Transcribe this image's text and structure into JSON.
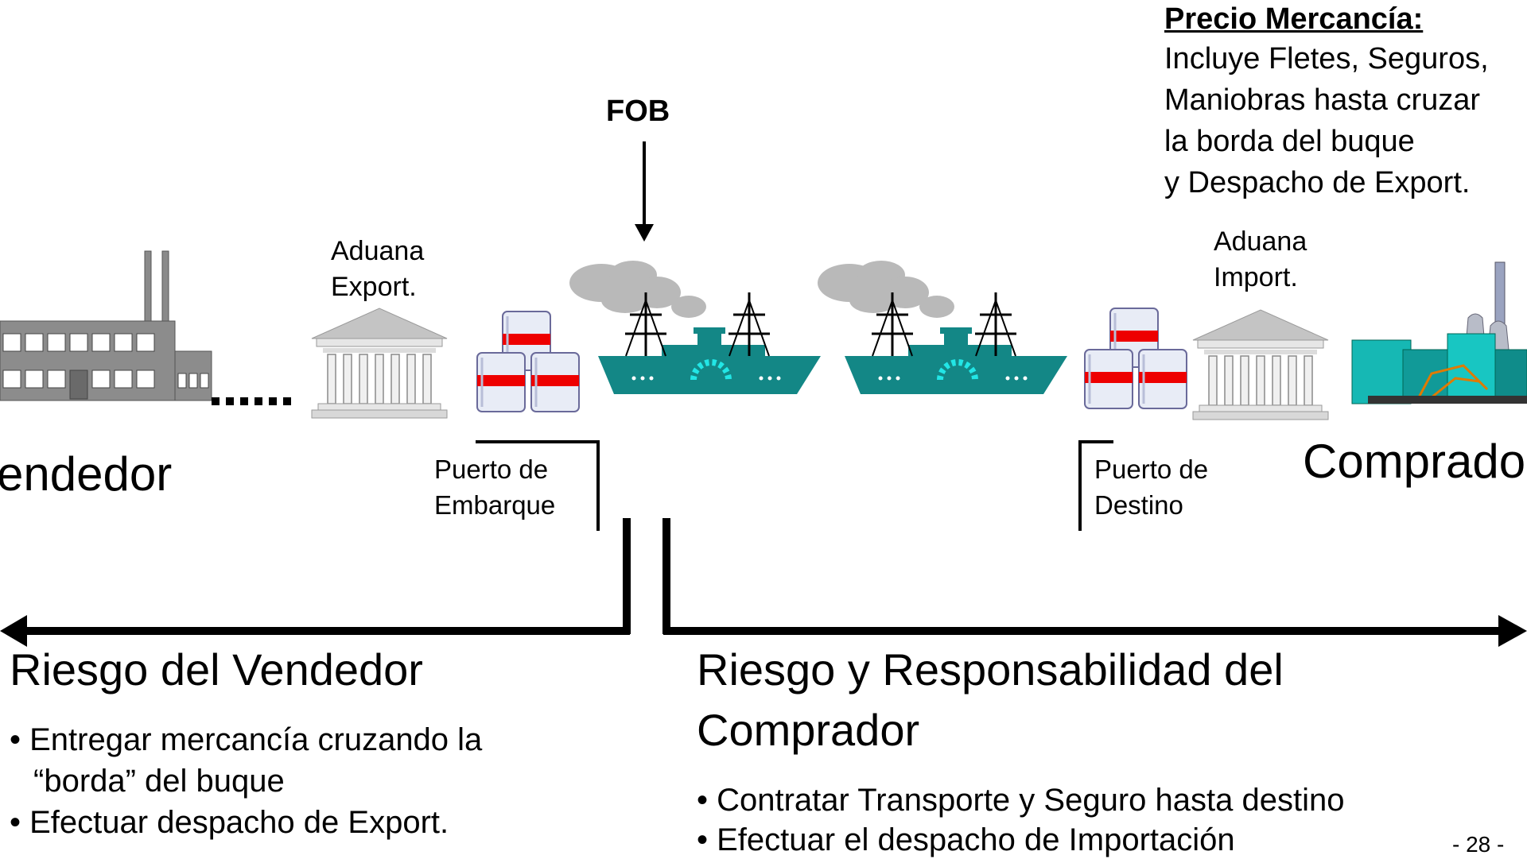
{
  "price": {
    "title": "Precio Mercancía:",
    "lines": [
      "Incluye Fletes, Seguros,",
      "Maniobras hasta cruzar",
      "la borda del buque",
      "y Despacho de Export."
    ]
  },
  "fob_label": "FOB",
  "aduana_export": [
    "Aduana",
    "Export."
  ],
  "aduana_import": [
    "Aduana",
    "Import."
  ],
  "puerto_embarque": [
    "Puerto de",
    "Embarque"
  ],
  "puerto_destino": [
    "Puerto de",
    "Destino"
  ],
  "vendedor_label": "endedor",
  "comprador_label": "Comprado",
  "seller_risk": {
    "title": "Riesgo del Vendedor",
    "bullets": [
      "• Entregar mercancía cruzando la",
      "“borda” del buque",
      "• Efectuar despacho de Export."
    ]
  },
  "buyer_risk": {
    "title_lines": [
      "Riesgo y Responsabilidad del",
      "Comprador"
    ],
    "bullets": [
      "• Contratar Transporte y Seguro hasta destino",
      "• Efectuar el despacho de Importación"
    ]
  },
  "page_number": "- 28 -",
  "colors": {
    "ship": "#138786",
    "ship_accent": "#22e6e6",
    "smoke": "#b9b9b9",
    "container_band": "#ee0000",
    "building": "#eaeaea",
    "factory": "#8a8a8a",
    "plant": "#16b8b4"
  }
}
